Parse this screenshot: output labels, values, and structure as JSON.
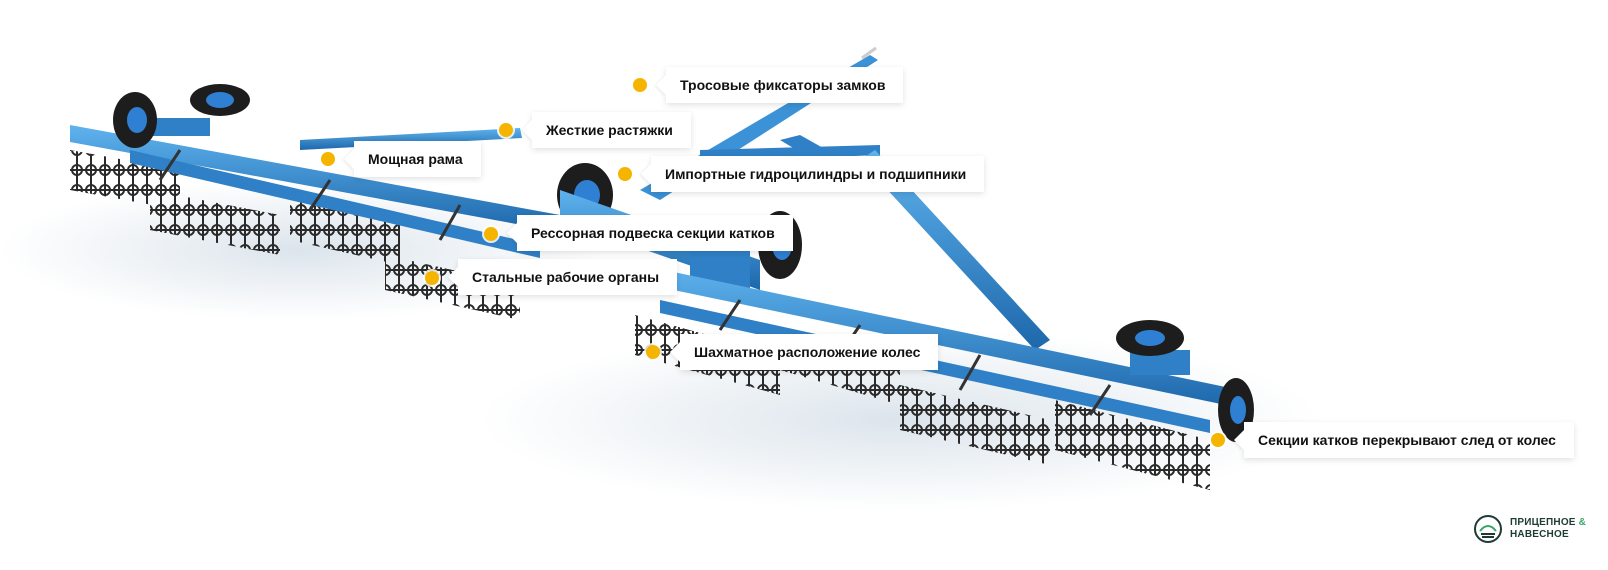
{
  "product": {
    "machine_color": "#2f8fd8",
    "machine_dark": "#1d67ab",
    "roller_color": "#2a2a2a",
    "tyre_color": "#1d1d1d",
    "hub_color": "#2f7fd3"
  },
  "hotspots_color": "#f4b400",
  "callouts": [
    {
      "label": "Тросовые фиксаторы замков"
    },
    {
      "label": "Жесткие растяжки"
    },
    {
      "label": "Мощная рама"
    },
    {
      "label": "Импортные гидроцилиндры и подшипники"
    },
    {
      "label": "Рессорная подвеска секции катков"
    },
    {
      "label": "Стальные рабочие органы"
    },
    {
      "label": "Шахматное расположение колес"
    },
    {
      "label": "Секции катков перекрывают след от колес"
    }
  ],
  "brand": {
    "line1": "ПРИЦЕПНОЕ",
    "amp": "&",
    "line2": "НАВЕСНОЕ",
    "accent": "#3aa56b"
  }
}
